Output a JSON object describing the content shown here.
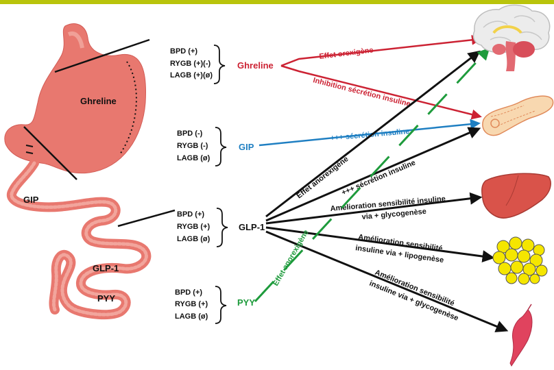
{
  "colors": {
    "top_bar": "#b9c40b",
    "red": "#cc2233",
    "blue": "#1f7fc2",
    "green": "#1e9b3c",
    "black": "#111111",
    "stomach": "#e8786f",
    "liver": "#d9534a",
    "fat": "#f5e600",
    "muscle": "#e0435e"
  },
  "organs": {
    "stomach_label": "Ghreline",
    "gip_label": "GIP",
    "glp1_label": "GLP-1",
    "pyy_label": "PYY"
  },
  "procedures": {
    "ghreline": [
      "BPD   (+)",
      "RYGB (+)(-)",
      "LAGB (+)(ø)"
    ],
    "gip": [
      "BPD   (-)",
      "RYGB  (-)",
      "LAGB  (ø)"
    ],
    "glp1": [
      "BPD    (+)",
      "RYGB  (+)",
      "LAGB  (ø)"
    ],
    "pyy": [
      "BPD    (+)",
      "RYGB (+)",
      "LAGB  (ø)"
    ]
  },
  "hormones": {
    "ghreline": "Ghreline",
    "gip": "GIP",
    "glp1": "GLP-1",
    "pyy": "PYY"
  },
  "effects": {
    "orexigene": "Effet orexigène",
    "inhibition": "Inhibition sécrétion insuline",
    "gip_secretion": "+++ sécrétion insuline",
    "glp1_anorexigene": "Effet anorexigène",
    "glp1_secretion": "+++ sécrétion insuline",
    "liver_line1": "Amélioration  sensibilité insuline",
    "liver_line2": "via + glycogenèse",
    "fat_line1": "Amélioration  sensibilité",
    "fat_line2": "insuline via + lipogenèse",
    "muscle_line1": "Amélioration  sensibilité",
    "muscle_line2": "insuline via + glycogenèse",
    "pyy_anorexigene": "Effet anorexigène"
  },
  "icons": [
    "brain-icon",
    "pancreas-icon",
    "liver-icon",
    "fat-cells-icon",
    "muscle-icon",
    "stomach-intestine-icon"
  ]
}
